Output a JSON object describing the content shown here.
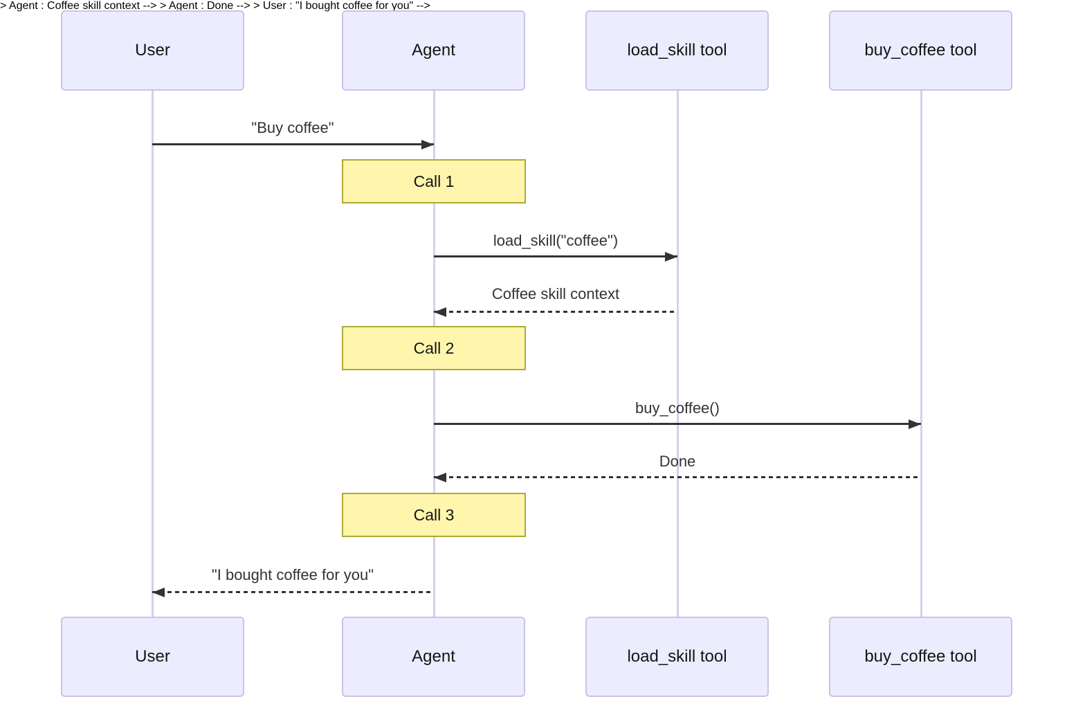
{
  "diagram": {
    "kind": "sequence-diagram",
    "background": "#FFFFFF"
  },
  "actors": [
    {
      "id": "user",
      "label": "User"
    },
    {
      "id": "agent",
      "label": "Agent"
    },
    {
      "id": "load_skill",
      "label": "load_skill tool"
    },
    {
      "id": "buy_coffee",
      "label": "buy_coffee tool"
    }
  ],
  "messages": [
    {
      "from": "User",
      "to": "Agent",
      "label": "\"Buy coffee\"",
      "line": "solid",
      "direction": "right"
    },
    {
      "from": "Agent",
      "to": "load_skill tool",
      "label": "load_skill(\"coffee\")",
      "line": "solid",
      "direction": "right"
    },
    {
      "from": "load_skill tool",
      "to": "Agent",
      "label": "Coffee skill context",
      "line": "dashed",
      "direction": "left"
    },
    {
      "from": "Agent",
      "to": "buy_coffee tool",
      "label": "buy_coffee()",
      "line": "solid",
      "direction": "right"
    },
    {
      "from": "buy_coffee tool",
      "to": "Agent",
      "label": "Done",
      "line": "dashed",
      "direction": "left"
    },
    {
      "from": "Agent",
      "to": "User",
      "label": "\"I bought coffee for you\"",
      "line": "dashed",
      "direction": "left"
    }
  ],
  "notes": [
    {
      "over": "Agent",
      "label": "Call 1"
    },
    {
      "over": "Agent",
      "label": "Call 2"
    },
    {
      "over": "Agent",
      "label": "Call 3"
    }
  ],
  "colors": {
    "actor_fill": "#ECECFF",
    "actor_border": "#CBC2E8",
    "actor_text": "#141414",
    "lifeline": "#D7CEF0",
    "note_fill": "#FFF5AD",
    "note_border": "#AAAA33",
    "arrow": "#333333",
    "message_text": "#333333"
  }
}
